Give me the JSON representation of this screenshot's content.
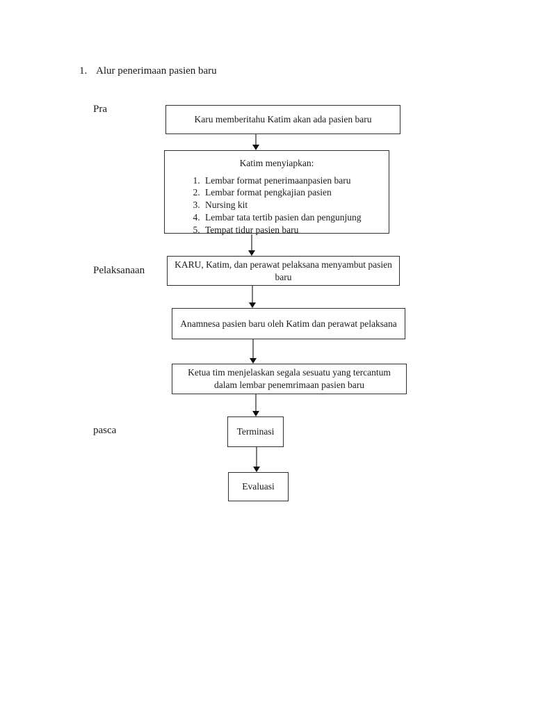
{
  "document": {
    "heading": {
      "number": "1.",
      "text": "Alur penerimaan pasien baru"
    },
    "phase_labels": {
      "pre": "Pra",
      "implementation": "Pelaksanaan",
      "post": "pasca"
    },
    "flow": {
      "notify": "Karu memberitahu Katim akan ada pasien baru",
      "prepare": {
        "title": "Katim menyiapkan:",
        "items": [
          "Lembar format penerimaanpasien baru",
          "Lembar format pengkajian pasien",
          "Nursing kit",
          "Lembar tata tertib pasien dan pengunjung",
          "Tempat tidur pasien baru"
        ]
      },
      "welcome": "KARU, Katim, dan perawat pelaksana menyambut pasien baru",
      "anamnesa": "Anamnesa pasien baru oleh Katim dan perawat pelaksana",
      "explain": "Ketua tim menjelaskan segala sesuatu yang tercantum dalam lembar penemrimaan pasien baru",
      "termination": "Terminasi",
      "evaluation": "Evaluasi"
    },
    "colors": {
      "ink": "#1a1a1a",
      "box_border": "#2e2e2e",
      "arrow_stem": "#7a7a7a",
      "arrow_head": "#111111"
    }
  }
}
